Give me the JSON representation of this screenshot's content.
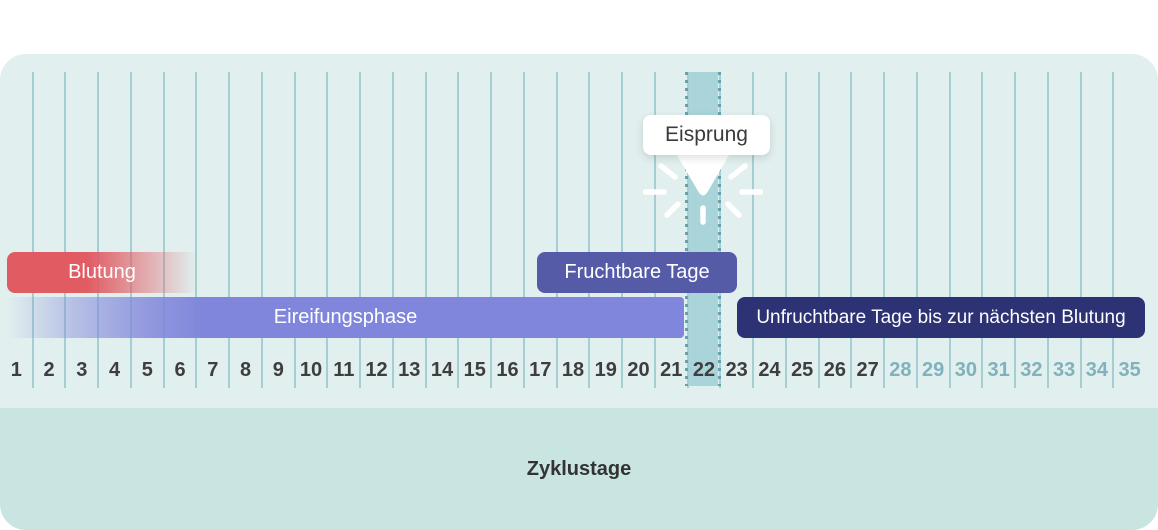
{
  "chart_data": {
    "type": "bar",
    "subtype": "horizontal-timeline-spans",
    "title": "Zyklustage",
    "xlabel": "Zyklustage",
    "x_ticks": [
      1,
      2,
      3,
      4,
      5,
      6,
      7,
      8,
      9,
      10,
      11,
      12,
      13,
      14,
      15,
      16,
      17,
      18,
      19,
      20,
      21,
      22,
      23,
      24,
      25,
      26,
      27,
      28,
      29,
      30,
      31,
      32,
      33,
      34,
      35
    ],
    "x_range": [
      1,
      35
    ],
    "grid": true,
    "series": [
      {
        "name": "Blutung",
        "start_day": 1,
        "end_day": 6,
        "row": 1,
        "color": "#e15b63",
        "fade": "right"
      },
      {
        "name": "Fruchtbare Tage",
        "start_day": 17,
        "end_day": 22,
        "row": 1,
        "color": "#565ba8"
      },
      {
        "name": "Eireifungsphase",
        "start_day": 1,
        "end_day": 21,
        "row": 2,
        "color": "#8086db",
        "fade": "left"
      },
      {
        "name": "Unfruchtbare Tage bis zur nächsten Blutung",
        "start_day": 23,
        "end_day": 35,
        "row": 2,
        "color": "#2c3273"
      }
    ],
    "annotation": {
      "label": "Eisprung",
      "day": 22,
      "style": "white-callout-with-down-arrow-and-burst"
    }
  },
  "days": {
    "first": 1,
    "last": 35,
    "muted_from": 28,
    "highlighted": 22
  },
  "colors": {
    "page_background": "#ffffff",
    "card_background": "#e1efee",
    "bottom_band": "#c9e5e2",
    "grid_line": "#a4ced3",
    "highlight_column_fill": "#a9d4d9",
    "highlight_column_dots": "#64a3ae",
    "day_number": "#3e3e3e",
    "day_number_muted": "#7fb2bc",
    "tooltip_background": "#ffffff",
    "tooltip_text": "#3a3a3a",
    "bar_text": "#ffffff"
  }
}
